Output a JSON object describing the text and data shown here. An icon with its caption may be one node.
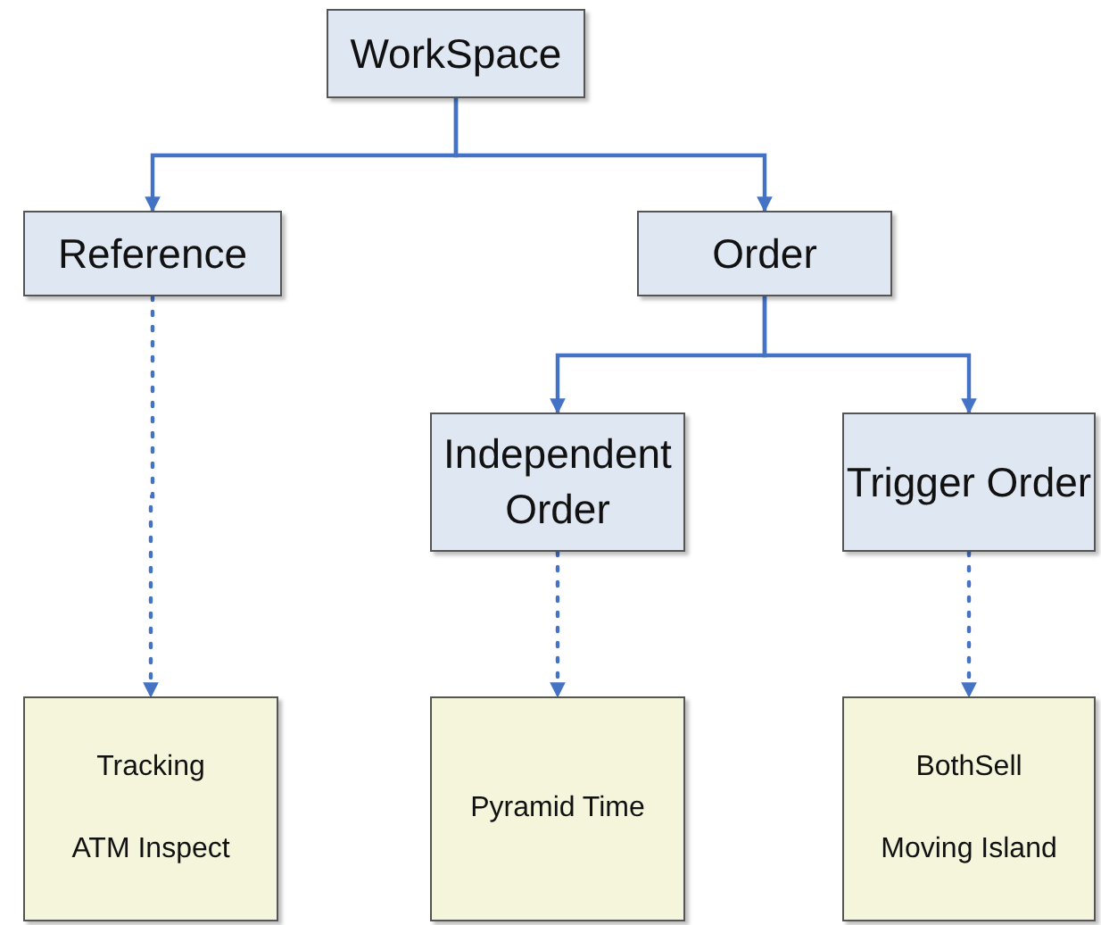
{
  "diagram": {
    "nodes": [
      {
        "text": [
          "WorkSpace"
        ]
      },
      {
        "text": [
          "Reference"
        ]
      },
      {
        "text": [
          "Order"
        ]
      },
      {
        "text": [
          "Independent Order"
        ]
      },
      {
        "text": [
          "Trigger Order"
        ]
      },
      {
        "text": [
          "Tracking",
          "ATM Inspect"
        ]
      },
      {
        "text": [
          "Pyramid Time"
        ]
      },
      {
        "text": [
          "BothSell",
          "Moving Island"
        ]
      }
    ],
    "edges": [
      {
        "from": 0,
        "to": 1,
        "arrow": "to"
      },
      {
        "from": 0,
        "to": 2,
        "arrow": "to"
      },
      {
        "from": 2,
        "to": 3,
        "arrow": "to"
      },
      {
        "from": 2,
        "to": 4,
        "arrow": "to"
      },
      {
        "from": 1,
        "to": 5,
        "arrow": "to",
        "style": "dashed"
      },
      {
        "from": 3,
        "to": 6,
        "arrow": "to",
        "style": "dashed"
      },
      {
        "from": 4,
        "to": 7,
        "arrow": "to",
        "style": "dashed"
      }
    ]
  }
}
